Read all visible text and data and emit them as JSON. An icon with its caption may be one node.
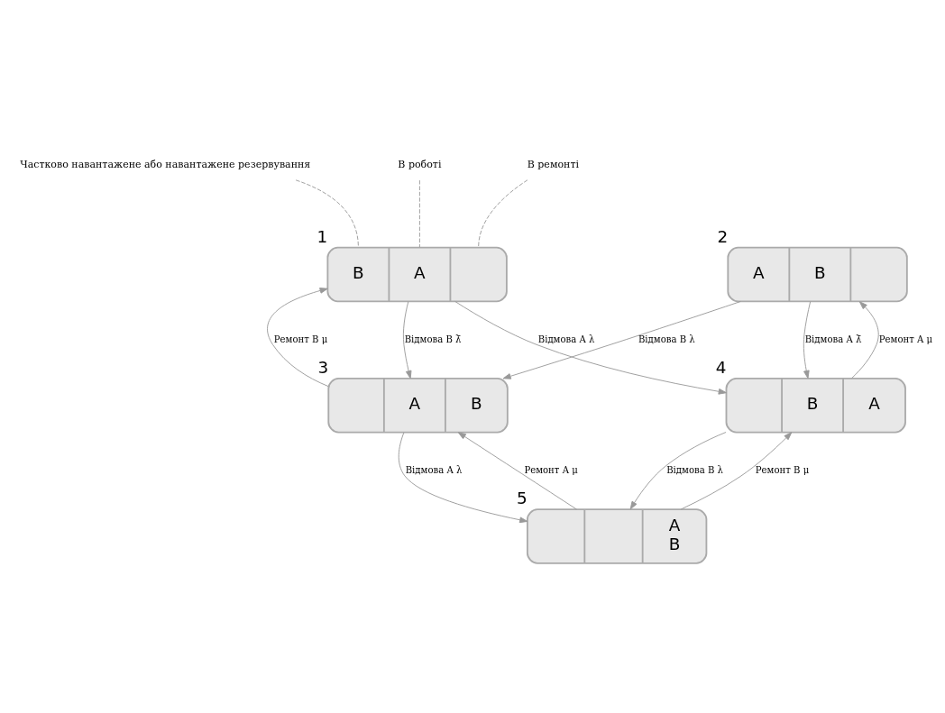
{
  "diagram": {
    "nodes": [
      {
        "text": [
          "Частково навантажене або навантажене резервування"
        ]
      },
      {
        "text": [
          "В роботі"
        ]
      },
      {
        "text": [
          "В ремонті"
        ]
      },
      {
        "text": [
          "B",
          "A"
        ],
        "beside": [
          "1"
        ]
      },
      {
        "text": [
          "A",
          "B"
        ],
        "beside": [
          "2"
        ]
      },
      {
        "text": [
          "A",
          "B"
        ],
        "beside": [
          "3"
        ]
      },
      {
        "text": [
          "B",
          "A"
        ],
        "beside": [
          "4"
        ]
      },
      {
        "text": [
          "A",
          "B"
        ],
        "beside": [
          "5"
        ]
      }
    ],
    "edges": [
      {
        "from": 0,
        "to": 3,
        "arrow": "none",
        "style": "dashed"
      },
      {
        "from": 1,
        "to": 3,
        "arrow": "none",
        "style": "dashed"
      },
      {
        "from": 2,
        "to": 3,
        "arrow": "none",
        "style": "dashed"
      },
      {
        "from": 5,
        "to": 3,
        "arrow": "to",
        "label": "Ремонт B μ"
      },
      {
        "from": 3,
        "to": 5,
        "arrow": "to",
        "label": "Відмова B λ̄"
      },
      {
        "from": 3,
        "to": 6,
        "arrow": "to",
        "label": "Відмова A λ"
      },
      {
        "from": 4,
        "to": 5,
        "arrow": "to",
        "label": "Відмова B λ"
      },
      {
        "from": 4,
        "to": 6,
        "arrow": "to",
        "label": "Відмова A λ̄"
      },
      {
        "from": 6,
        "to": 4,
        "arrow": "to",
        "label": "Ремонт A μ"
      },
      {
        "from": 5,
        "to": 7,
        "arrow": "to",
        "label": "Відмова A λ"
      },
      {
        "from": 7,
        "to": 5,
        "arrow": "to",
        "label": "Ремонт A μ"
      },
      {
        "from": 7,
        "to": 6,
        "arrow": "to",
        "label": "Ремонт B μ"
      },
      {
        "from": 6,
        "to": 7,
        "arrow": "to",
        "label": "Відмова B λ"
      }
    ]
  }
}
